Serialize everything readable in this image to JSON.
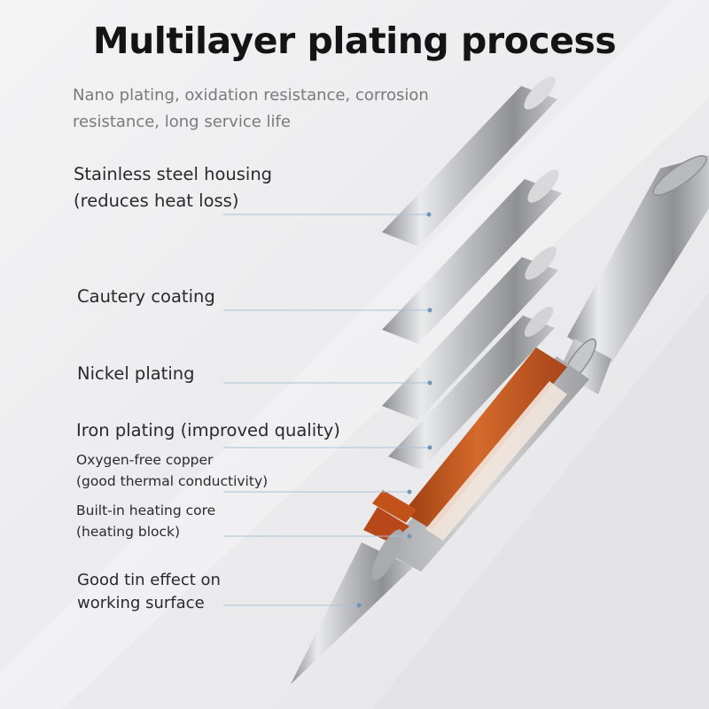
{
  "title": "Multilayer plating process",
  "subtitle": "Nano plating, oxidation resistance, corrosion resistance, long service life",
  "labels": [
    {
      "id": "stainless-steel-housing",
      "lines": [
        "Stainless steel housing",
        "(reduces heat loss)"
      ]
    },
    {
      "id": "cautery-coating",
      "lines": [
        "Cautery coating"
      ]
    },
    {
      "id": "nickel-plating",
      "lines": [
        "Nickel plating"
      ]
    },
    {
      "id": "iron-plating",
      "lines": [
        "Iron plating (improved quality)"
      ]
    },
    {
      "id": "oxygen-free-copper",
      "lines": [
        "Oxygen-free copper",
        "(good thermal conductivity)"
      ]
    },
    {
      "id": "heating-core",
      "lines": [
        "Built-in heating core",
        "(heating block)"
      ]
    },
    {
      "id": "tin-effect",
      "lines": [
        "Good tin effect on",
        "working surface"
      ]
    }
  ],
  "colors": {
    "title": "#141414",
    "subtitle": "#7a7a7a",
    "copper": "#c8571c",
    "steel": "#c9cacc",
    "leader_line": "#a9c3d9"
  }
}
